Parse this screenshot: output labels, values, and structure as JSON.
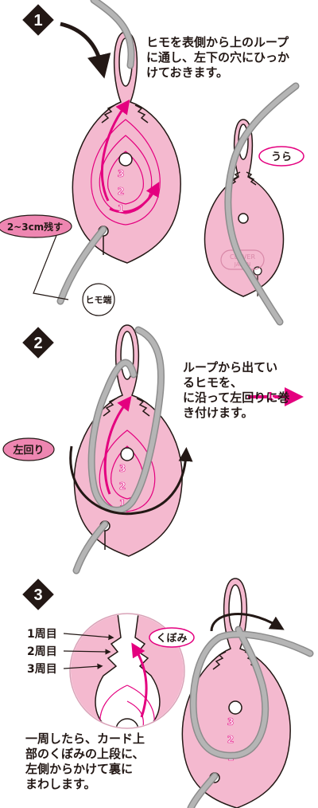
{
  "steps": [
    {
      "number": "1",
      "instruction": [
        "ヒモを表側から上のループ",
        "に通し、左下の穴にひっか",
        "けておきます。"
      ],
      "labels": {
        "leave": "2~3cm残す",
        "cord_end": "ヒモ端",
        "back": "うら",
        "brand_line1": "CLOVER",
        "brand_line2": "JAPAN"
      },
      "card_numbers": [
        "3",
        "2",
        "1"
      ]
    },
    {
      "number": "2",
      "instruction": [
        "ループから出てい",
        "るヒモを、",
        "に沿って左回りに巻",
        "き付けます。"
      ],
      "arrow_label": "1",
      "labels": {
        "direction": "左回り"
      },
      "card_numbers": [
        "3",
        "2",
        "1"
      ]
    },
    {
      "number": "3",
      "instruction": [
        "一周したら、カード上",
        "部のくぼみの上段に、",
        "左側からかけて裏に",
        "まわします。"
      ],
      "labels": {
        "notch": "くぼみ",
        "round1": "1周目",
        "round2": "2周目",
        "round3": "3周目"
      },
      "card_numbers": [
        "3",
        "2",
        "1"
      ]
    }
  ],
  "colors": {
    "card_pink": "#f4b9cf",
    "card_outline": "#231815",
    "cord_gray": "#a0a0a0",
    "accent_magenta": "#e4007f",
    "label_pink": "#ee86b1",
    "marker_black": "#231815"
  }
}
